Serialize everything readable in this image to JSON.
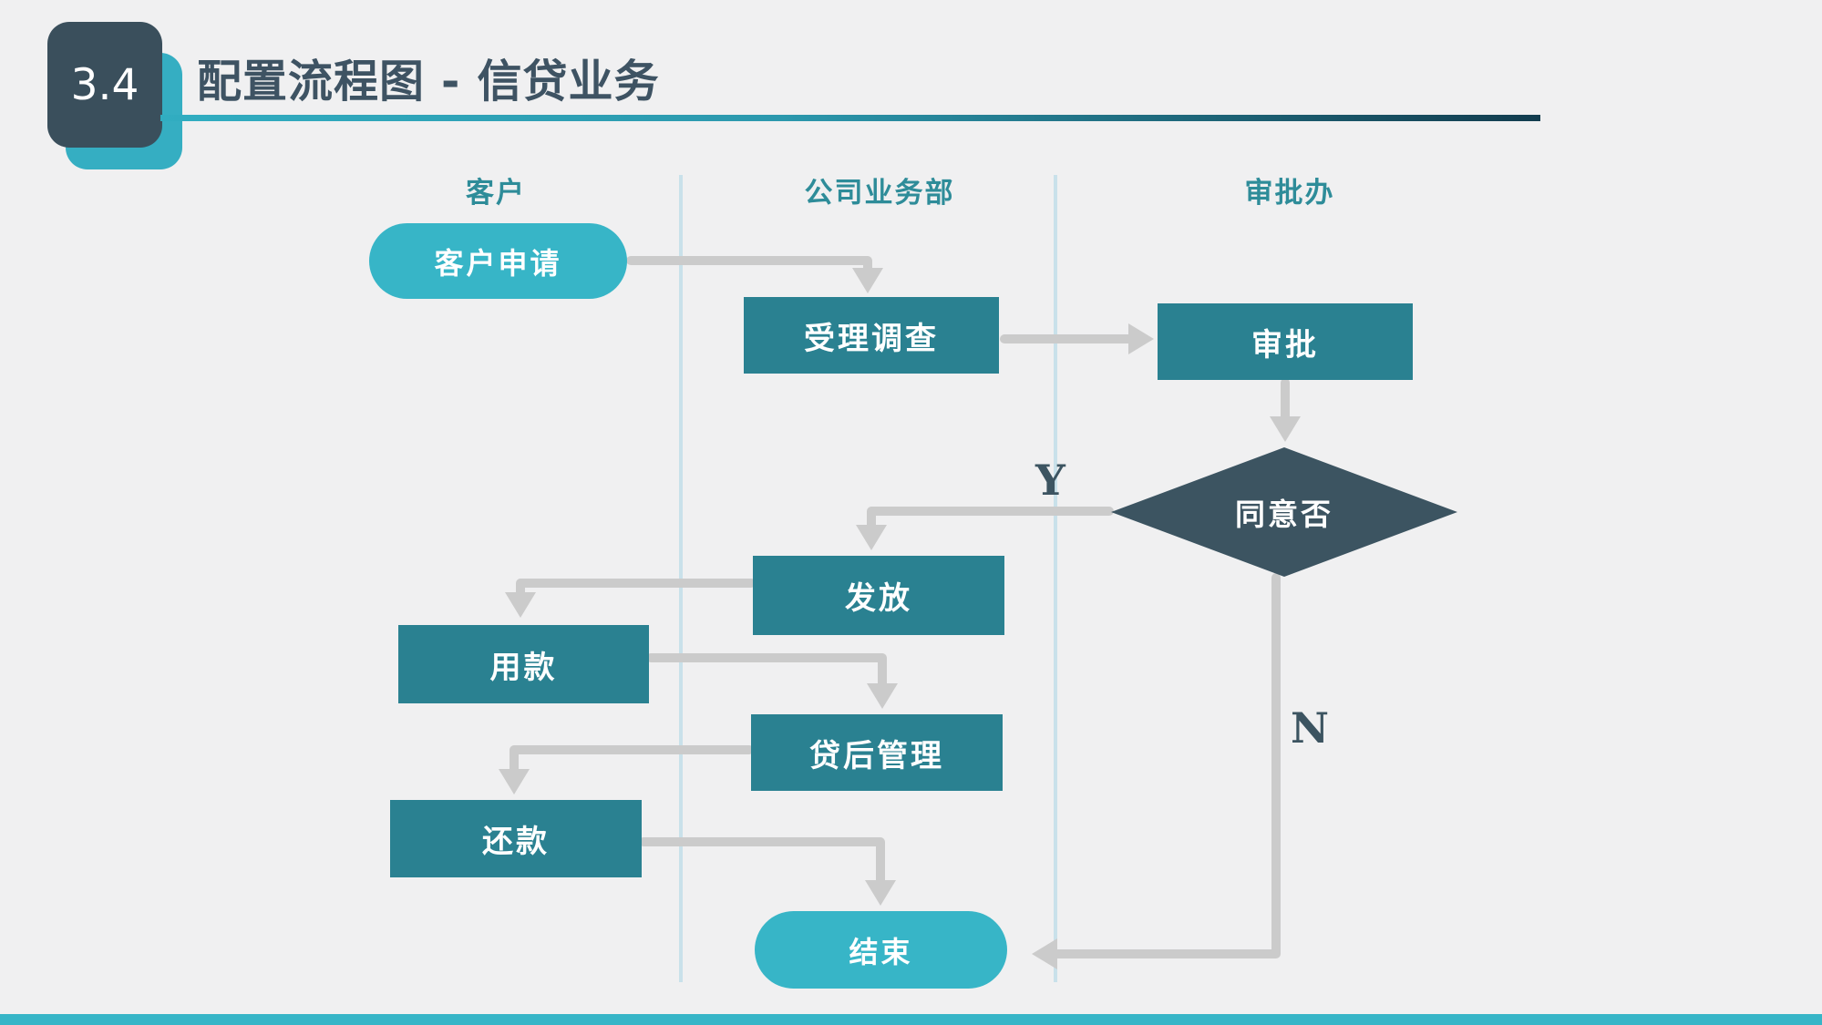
{
  "slide": {
    "badge_number": "3.4",
    "title": "配置流程图 - 信贷业务"
  },
  "lanes": [
    {
      "label": "客户"
    },
    {
      "label": "公司业务部"
    },
    {
      "label": "审批办"
    }
  ],
  "nodes": {
    "start": {
      "label": "客户申请",
      "type": "terminator"
    },
    "investigate": {
      "label": "受理调查",
      "type": "process"
    },
    "approve": {
      "label": "审批",
      "type": "process"
    },
    "decision": {
      "label": "同意否",
      "type": "decision"
    },
    "issue": {
      "label": "发放",
      "type": "process"
    },
    "use_funds": {
      "label": "用款",
      "type": "process"
    },
    "post_loan": {
      "label": "贷后管理",
      "type": "process"
    },
    "repay": {
      "label": "还款",
      "type": "process"
    },
    "end": {
      "label": "结束",
      "type": "terminator"
    }
  },
  "branch_labels": {
    "yes": "Y",
    "no": "N"
  },
  "colors": {
    "background": "#F0F0F1",
    "terminator_fill": "#37B5C7",
    "process_fill": "#2A8191",
    "decision_fill": "#3C5461",
    "title_text": "#3E5363",
    "lane_label_text": "#2E8C99",
    "arrow": "#CBCBCB",
    "lane_divider": "#C9E1EA",
    "accent": "#35AEC2",
    "underline_gradient_start": "#31ADC1",
    "underline_gradient_end": "#123C4E",
    "footer_bar": "#37B5C7"
  }
}
